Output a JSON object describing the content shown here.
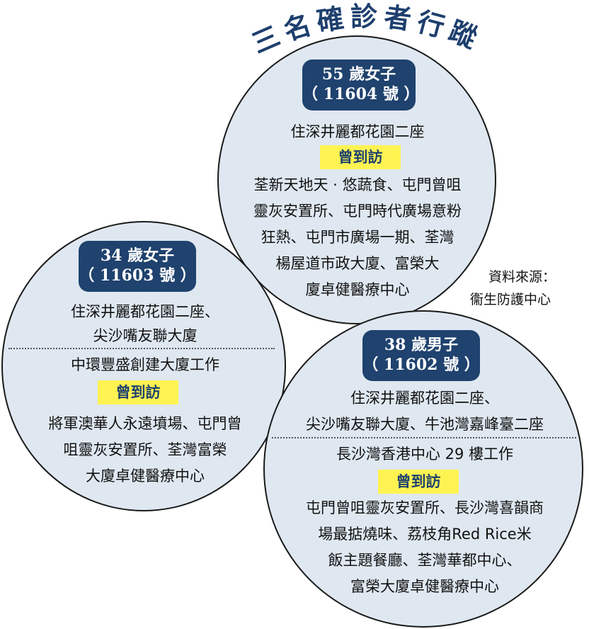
{
  "title": "三名確診者行蹤",
  "source": {
    "line1": "資料來源：",
    "line2": "衞生防護中心"
  },
  "cases": [
    {
      "badge_line1": "55 歲女子",
      "badge_line2": "（ 11604 號 ）",
      "residence": [
        "住深井麗都花園二座"
      ],
      "work": [],
      "visited_label": "曾到訪",
      "visited": [
        "荃新天地天 · 悠蔬食、屯門曾咀",
        "靈灰安置所、屯門時代廣場意粉",
        "狂熱、屯門市廣場一期、荃灣",
        "楊屋道市政大廈、富榮大",
        "廈卓健醫療中心"
      ]
    },
    {
      "badge_line1": "34 歲女子",
      "badge_line2": "（ 11603 號 ）",
      "residence": [
        "住深井麗都花園二座、",
        "尖沙嘴友聯大廈"
      ],
      "work": [
        "中環豐盛創建大廈工作"
      ],
      "visited_label": "曾到訪",
      "visited": [
        "將軍澳華人永遠墳場、屯門曾",
        "咀靈灰安置所、荃灣富榮",
        "大廈卓健醫療中心"
      ]
    },
    {
      "badge_line1": "38 歲男子",
      "badge_line2": "（ 11602 號 ）",
      "residence": [
        "住深井麗都花園二座、",
        "尖沙嘴友聯大廈、牛池灣嘉峰臺二座"
      ],
      "work": [
        "長沙灣香港中心 29 樓工作"
      ],
      "visited_label": "曾到訪",
      "visited": [
        "屯門曾咀靈灰安置所、長沙灣喜韻商",
        "場最掂燒味、荔枝角Red Rice米",
        "飯主題餐廳、荃灣華都中心、",
        "富榮大廈卓健醫療中心"
      ]
    }
  ],
  "colors": {
    "circle_fill": "#dfe8f1",
    "badge": "#1f426e",
    "highlight": "#fff352",
    "title": "#1e3f6e"
  }
}
